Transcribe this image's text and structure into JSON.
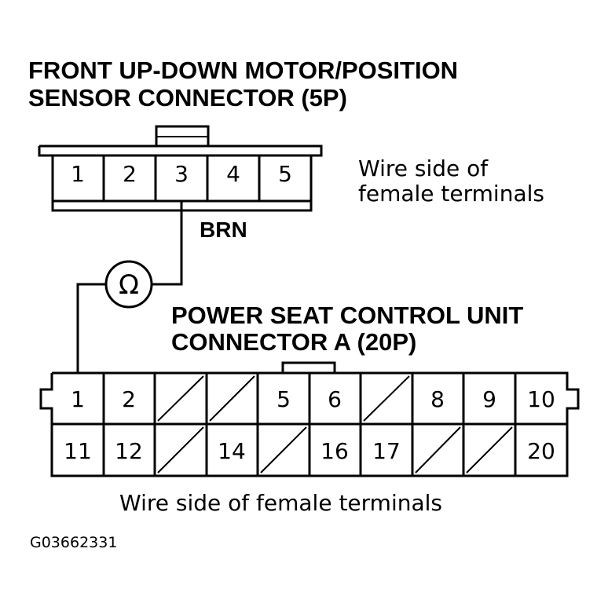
{
  "connector_5p": {
    "title_line1": "FRONT UP-DOWN MOTOR/POSITION",
    "title_line2": "SENSOR CONNECTOR (5P)",
    "side_label_line1": "Wire side of",
    "side_label_line2": "female terminals",
    "pins": [
      "1",
      "2",
      "3",
      "4",
      "5"
    ]
  },
  "wire_color": "BRN",
  "meter_symbol": "Ω",
  "connector_20p": {
    "title_line1": "POWER SEAT CONTROL UNIT",
    "title_line2": "CONNECTOR A (20P)",
    "row_top": [
      "1",
      "2",
      "",
      "",
      "5",
      "6",
      "",
      "8",
      "9",
      "10"
    ],
    "row_bottom": [
      "11",
      "12",
      "",
      "14",
      "",
      "16",
      "17",
      "",
      "",
      "20"
    ],
    "empty_top": [
      false,
      false,
      true,
      true,
      false,
      false,
      true,
      false,
      false,
      false
    ],
    "empty_bottom": [
      false,
      false,
      true,
      false,
      true,
      false,
      false,
      true,
      true,
      false
    ],
    "side_label": "Wire side of female terminals"
  },
  "figure_code": "G03662331"
}
